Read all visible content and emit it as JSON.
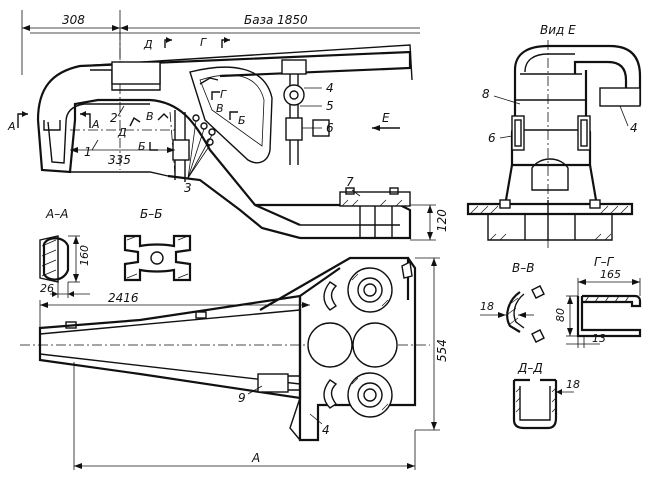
{
  "dimensions": {
    "d308": "308",
    "base": "База 1850",
    "d335": "335",
    "d120": "120",
    "d160": "160",
    "d26": "26",
    "d2416": "2416",
    "d554": "554",
    "d165": "165",
    "d80": "80",
    "d13": "13",
    "d18a": "18",
    "d18b": "18",
    "dA": "А"
  },
  "section_titles": {
    "aa": "А–А",
    "bb": "Б–Б",
    "vv": "В–В",
    "gg": "Г–Г",
    "dd": "Д–Д",
    "view_e": "Вид Е"
  },
  "section_marks": {
    "a_left": "А",
    "a_right": "А",
    "d_top": "Д",
    "g_top": "Г",
    "d_mid": "Д",
    "v_mid": "В",
    "b_mid": "Б",
    "g_mid": "Г",
    "v_mid2": "В",
    "b_right": "Б",
    "e_arrow": "Е"
  },
  "callouts": {
    "c1": "1",
    "c2": "2",
    "c3": "3",
    "c4_top": "4",
    "c5": "5",
    "c6_top": "6",
    "c7": "7",
    "c8": "8",
    "c6_view": "6",
    "c4_view": "4",
    "c9": "9",
    "c4_bottom": "4"
  }
}
